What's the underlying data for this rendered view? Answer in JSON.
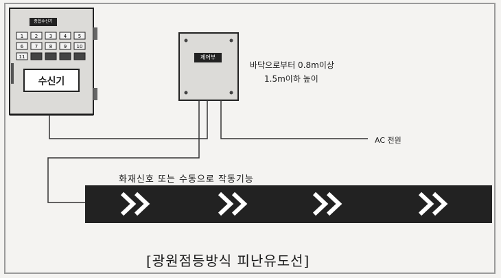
{
  "receiver": {
    "title": "종합수신기",
    "label": "수신기",
    "keys": [
      "1",
      "2",
      "3",
      "4",
      "5",
      "6",
      "7",
      "8",
      "9",
      "10",
      "11"
    ]
  },
  "control": {
    "label": "제어부"
  },
  "mount_note": {
    "line1": "바닥으로부터 0.8m이상",
    "line2": "1.5m이하 높이"
  },
  "power": {
    "label": "AC 전원"
  },
  "signal": {
    "label": "화재신호 또는 수동으로 작동기능"
  },
  "caption": "[광원점등방식 피난유도선]"
}
